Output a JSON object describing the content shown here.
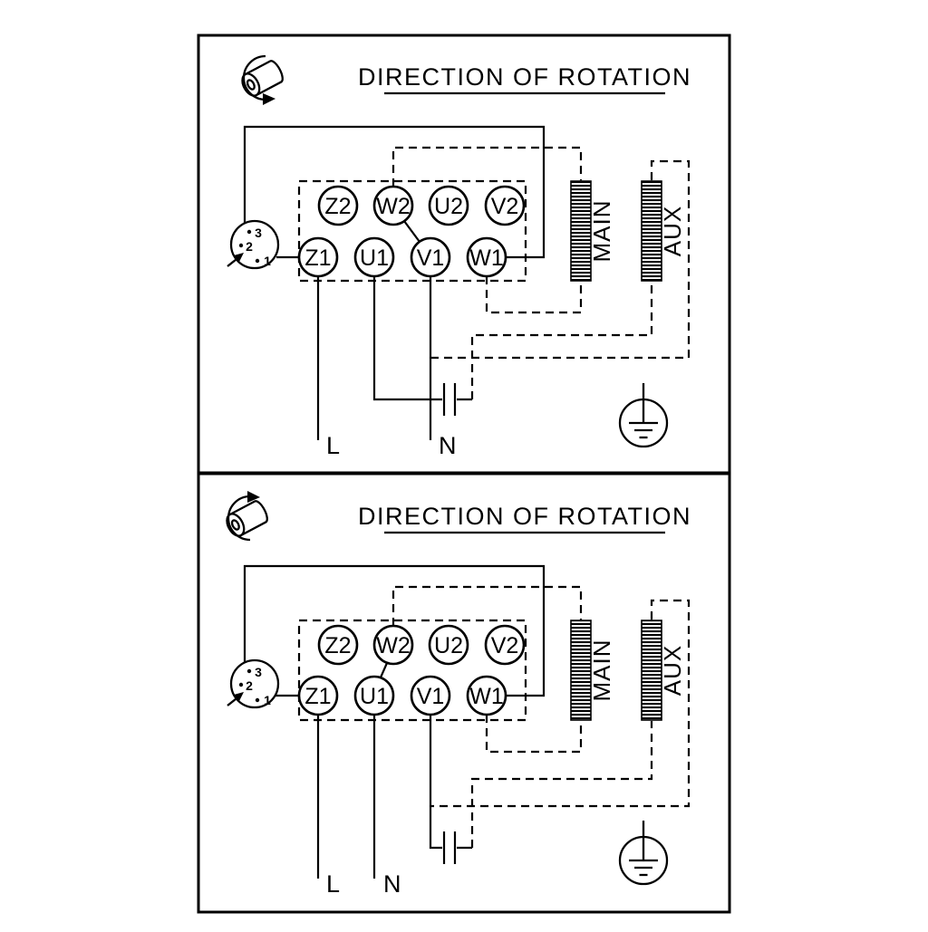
{
  "colors": {
    "ink": "#000000",
    "background": "#ffffff"
  },
  "panels": [
    {
      "title": "DIRECTION OF ROTATION",
      "terminals": {
        "top": [
          "Z2",
          "W2",
          "U2",
          "V2"
        ],
        "bottom": [
          "Z1",
          "U1",
          "V1",
          "W1"
        ]
      },
      "windings": {
        "main": "MAIN",
        "aux": "AUX"
      },
      "supply": {
        "line": "L",
        "neutral": "N"
      },
      "selector": {
        "positions": [
          "3",
          "2",
          "1"
        ]
      }
    },
    {
      "title": "DIRECTION OF ROTATION",
      "terminals": {
        "top": [
          "Z2",
          "W2",
          "U2",
          "V2"
        ],
        "bottom": [
          "Z1",
          "U1",
          "V1",
          "W1"
        ]
      },
      "windings": {
        "main": "MAIN",
        "aux": "AUX"
      },
      "supply": {
        "line": "L",
        "neutral": "N"
      },
      "selector": {
        "positions": [
          "3",
          "2",
          "1"
        ]
      }
    }
  ]
}
